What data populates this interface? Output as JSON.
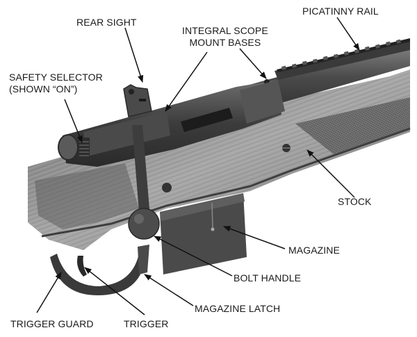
{
  "diagram": {
    "subject": "Bolt-action rifle receiver and stock, labeled parts",
    "labels": {
      "rear_sight": "REAR SIGHT",
      "integral_scope_line1": "INTEGRAL SCOPE",
      "integral_scope_line2": "MOUNT BASES",
      "picatinny_rail": "PICATINNY RAIL",
      "safety_line1": "SAFETY SELECTOR",
      "safety_line2": "(SHOWN “ON”)",
      "stock": "STOCK",
      "magazine": "MAGAZINE",
      "bolt_handle": "BOLT HANDLE",
      "magazine_latch": "MAGAZINE LATCH",
      "trigger_guard": "TRIGGER GUARD",
      "trigger": "TRIGGER"
    },
    "colors": {
      "metal_dark": "#3a3a3a",
      "metal_mid": "#5a5a5a",
      "wood_light": "#9a9a9a",
      "wood_dark": "#555555",
      "text": "#1a1a1a"
    }
  }
}
